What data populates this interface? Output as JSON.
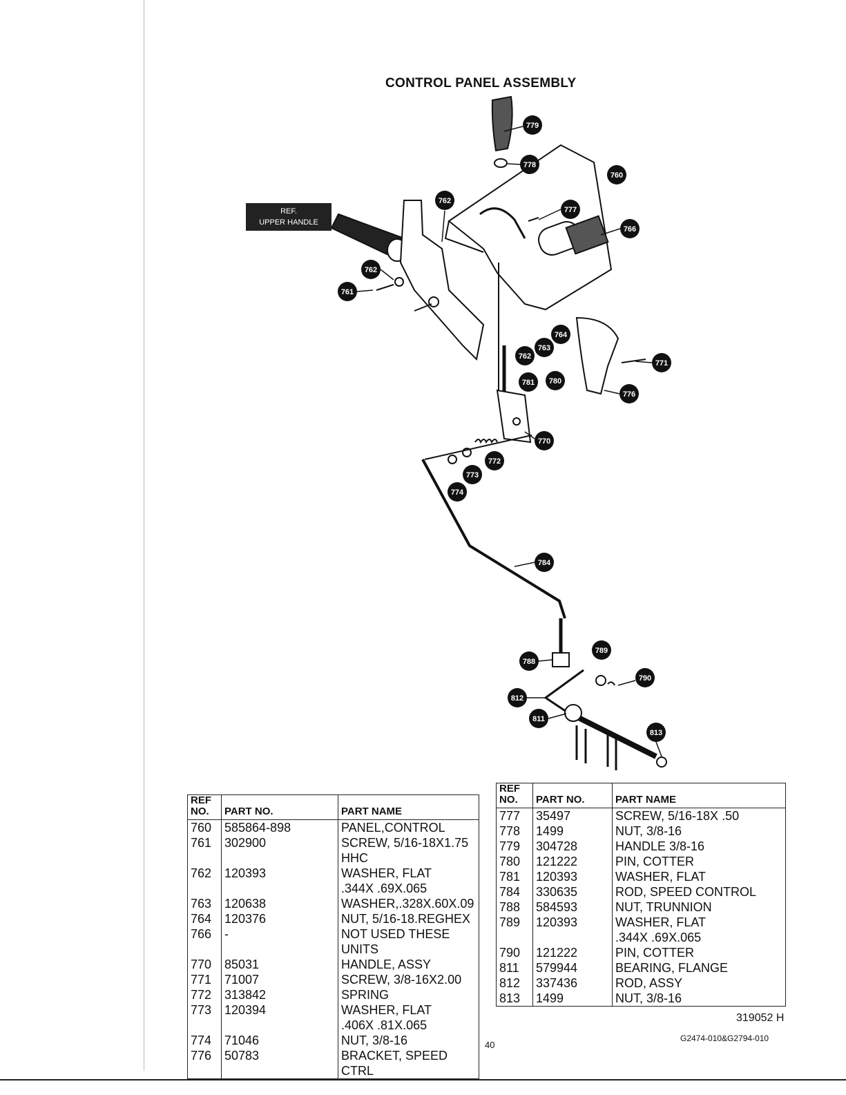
{
  "title": "CONTROL PANEL ASSEMBLY",
  "ref_label": {
    "line1": "REF.",
    "line2": "UPPER HANDLE"
  },
  "callouts": [
    "779",
    "778",
    "760",
    "762",
    "777",
    "766",
    "762",
    "761",
    "764",
    "763",
    "762",
    "771",
    "781",
    "780",
    "776",
    "770",
    "772",
    "773",
    "774",
    "784",
    "789",
    "788",
    "790",
    "812",
    "811",
    "813"
  ],
  "table_left": {
    "headers": {
      "ref": "REF NO.",
      "part_no": "PART NO.",
      "part_name": "PART NAME"
    },
    "rows": [
      {
        "ref": "760",
        "part_no": "585864-898",
        "name": "PANEL,CONTROL"
      },
      {
        "ref": "761",
        "part_no": "302900",
        "name": "SCREW, 5/16-18X1.75 HHC"
      },
      {
        "ref": "762",
        "part_no": "120393",
        "name": "WASHER, FLAT",
        "name2": ".344X .69X.065"
      },
      {
        "ref": "763",
        "part_no": "120638",
        "name": "WASHER,.328X.60X.09"
      },
      {
        "ref": "764",
        "part_no": "120376",
        "name": "NUT, 5/16-18.REGHEX"
      },
      {
        "ref": "766",
        "part_no": "-",
        "name": "NOT USED THESE UNITS"
      },
      {
        "ref": "770",
        "part_no": "85031",
        "name": "HANDLE, ASSY"
      },
      {
        "ref": "771",
        "part_no": "71007",
        "name": "SCREW, 3/8-16X2.00"
      },
      {
        "ref": "772",
        "part_no": "313842",
        "name": "SPRING"
      },
      {
        "ref": "773",
        "part_no": "120394",
        "name": "WASHER, FLAT",
        "name2": ".406X .81X.065"
      },
      {
        "ref": "774",
        "part_no": "71046",
        "name": "NUT, 3/8-16"
      },
      {
        "ref": "776",
        "part_no": "50783",
        "name": "BRACKET, SPEED CTRL"
      }
    ]
  },
  "table_right": {
    "headers": {
      "ref": "REF NO.",
      "part_no": "PART NO.",
      "part_name": "PART NAME"
    },
    "rows": [
      {
        "ref": "777",
        "part_no": "35497",
        "name": "SCREW, 5/16-18X .50"
      },
      {
        "ref": "778",
        "part_no": "1499",
        "name": "NUT, 3/8-16"
      },
      {
        "ref": "779",
        "part_no": "304728",
        "name": "HANDLE 3/8-16"
      },
      {
        "ref": "780",
        "part_no": "121222",
        "name": "PIN, COTTER"
      },
      {
        "ref": "781",
        "part_no": "120393",
        "name": "WASHER, FLAT"
      },
      {
        "ref": "784",
        "part_no": "330635",
        "name": "ROD, SPEED CONTROL"
      },
      {
        "ref": "788",
        "part_no": "584593",
        "name": "NUT, TRUNNION"
      },
      {
        "ref": "789",
        "part_no": "120393",
        "name": "WASHER, FLAT",
        "name2": ".344X .69X.065"
      },
      {
        "ref": "790",
        "part_no": "121222",
        "name": "PIN, COTTER"
      },
      {
        "ref": "811",
        "part_no": "579944",
        "name": "BEARING, FLANGE"
      },
      {
        "ref": "812",
        "part_no": "337436",
        "name": "ROD, ASSY"
      },
      {
        "ref": "813",
        "part_no": "1499",
        "name": "NUT, 3/8-16"
      }
    ]
  },
  "doc_code": "319052 H",
  "page_number": "40",
  "model_code": "G2474-010&G2794-010"
}
